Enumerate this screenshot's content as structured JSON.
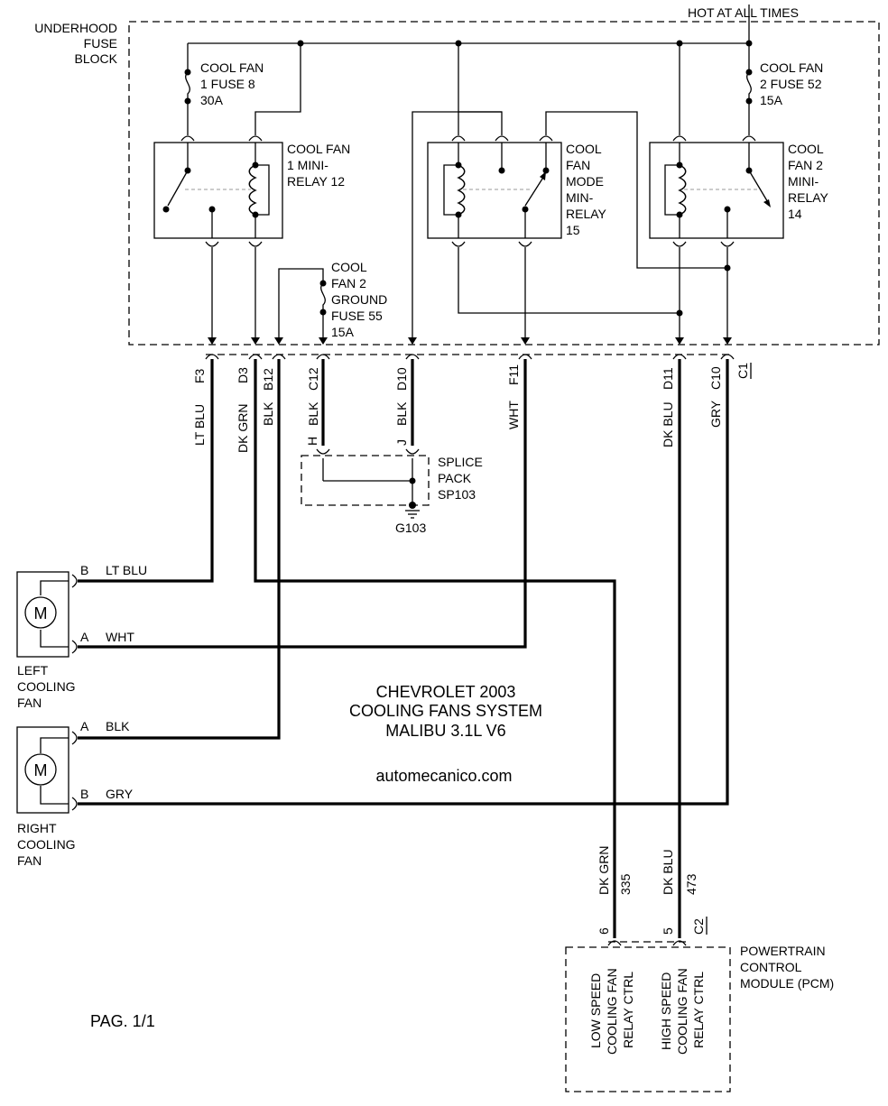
{
  "hot_label": "HOT AT ALL TIMES",
  "fuse_block": [
    "UNDERHOOD",
    "FUSE",
    "BLOCK"
  ],
  "fuses": {
    "fan1": [
      "COOL FAN",
      "1 FUSE 8",
      "30A"
    ],
    "fan2": [
      "COOL FAN",
      "2 FUSE 52",
      "15A"
    ],
    "ground": [
      "COOL",
      "FAN 2",
      "GROUND",
      "FUSE 55",
      "15A"
    ]
  },
  "relays": {
    "r12": [
      "COOL FAN",
      "1 MINI-",
      "RELAY 12"
    ],
    "r15": [
      "COOL",
      "FAN",
      "MODE",
      "MIN-",
      "RELAY",
      "15"
    ],
    "r14": [
      "COOL",
      "FAN 2",
      "MINI-",
      "RELAY",
      "14"
    ]
  },
  "pins": [
    "F3",
    "D3",
    "B12",
    "C12",
    "D10",
    "F11",
    "D11",
    "C10"
  ],
  "connector_c1": "C1",
  "wire_colors": [
    "LT BLU",
    "DK GRN",
    "BLK",
    "BLK",
    "BLK",
    "WHT",
    "DK BLU",
    "GRY"
  ],
  "splice": {
    "pin_h": "H",
    "pin_j": "J",
    "label": [
      "SPLICE",
      "PACK",
      "SP103"
    ],
    "ground": "G103"
  },
  "left_fan": {
    "pin_b": "B",
    "wire_b": "LT BLU",
    "pin_a": "A",
    "wire_a": "WHT",
    "label": [
      "LEFT",
      "COOLING",
      "FAN"
    ],
    "motor": "M"
  },
  "right_fan": {
    "pin_a": "A",
    "wire_a": "BLK",
    "pin_b": "B",
    "wire_b": "GRY",
    "label": [
      "RIGHT",
      "COOLING",
      "FAN"
    ],
    "motor": "M"
  },
  "title": [
    "CHEVROLET 2003",
    "COOLING FANS SYSTEM",
    "MALIBU 3.1L V6"
  ],
  "website": "automecanico.com",
  "pcm_wires": {
    "low_color": "DK GRN",
    "low_circuit": "335",
    "high_color": "DK BLU",
    "high_circuit": "473",
    "pin_low": "6",
    "pin_high": "5",
    "connector": "C2"
  },
  "pcm": {
    "label": [
      "POWERTRAIN",
      "CONTROL",
      "MODULE (PCM)"
    ],
    "low_fn": [
      "LOW SPEED",
      "COOLING FAN",
      "RELAY CTRL"
    ],
    "high_fn": [
      "HIGH SPEED",
      "COOLING FAN",
      "RELAY CTRL"
    ]
  },
  "page": "PAG. 1/1"
}
